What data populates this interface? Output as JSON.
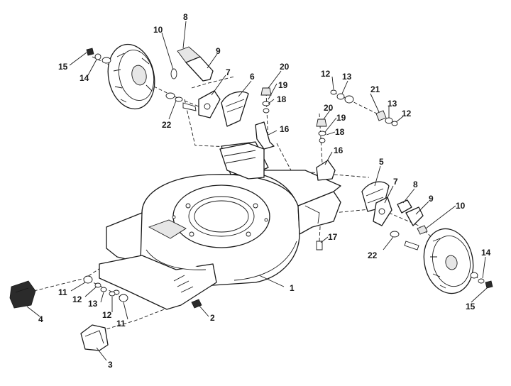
{
  "callouts": {
    "c1": "1",
    "c2": "2",
    "c3": "3",
    "c4": "4",
    "c5": "5",
    "c6": "6",
    "c7l": "7",
    "c7r": "7",
    "c8l": "8",
    "c8r": "8",
    "c9l": "9",
    "c9r": "9",
    "c10l": "10",
    "c10r": "10",
    "c11a": "11",
    "c11b": "11",
    "c12a": "12",
    "c12b": "12",
    "c12c": "12",
    "c12d": "12",
    "c13a": "13",
    "c13b": "13",
    "c13c": "13",
    "c14l": "14",
    "c14r": "14",
    "c15l": "15",
    "c15r": "15",
    "c16a": "16",
    "c16b": "16",
    "c17": "17",
    "c18a": "18",
    "c18b": "18",
    "c19a": "19",
    "c19b": "19",
    "c20a": "20",
    "c20b": "20",
    "c21": "21",
    "c22l": "22",
    "c22r": "22"
  }
}
